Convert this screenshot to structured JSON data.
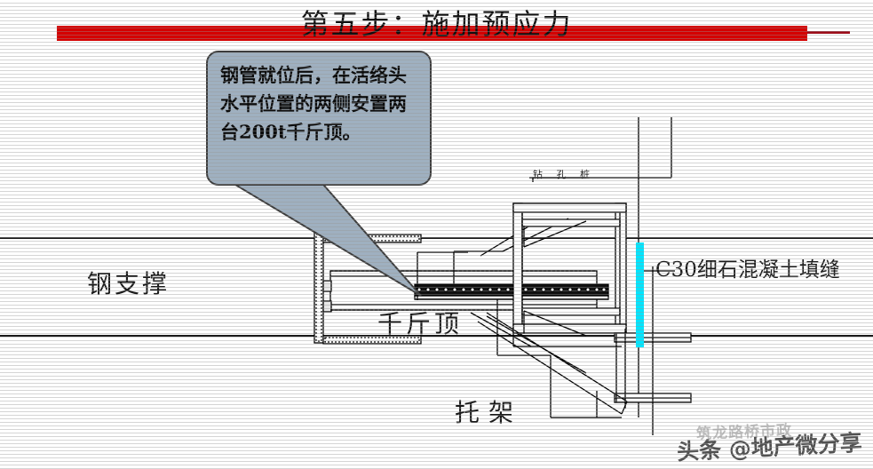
{
  "slide": {
    "title": "第五步：施加预应力",
    "title_bar_color": "#d40000",
    "background_color": "#ffffff"
  },
  "callout": {
    "text": "钢管就位后，在活络头水平位置的两侧安置两台200t千斤顶。",
    "fill_color": "#9fb0c0",
    "border_color": "#3d3d3d",
    "points_to": "千斤顶"
  },
  "diagram": {
    "type": "engineering-cad-elevation",
    "labels": {
      "steel_support": "钢支撑",
      "jack": "千斤顶",
      "bracket": "托架",
      "bored_pile": "钻 孔 桩",
      "concrete_joint": "C30细石混凝土填缝"
    },
    "highlight": {
      "name": "concrete-joint-marker",
      "color": "#00e5ff"
    },
    "line_color": "#000000"
  },
  "watermark": {
    "faint_text": "筑龙路桥市政",
    "main_text": "头条 @地产微分享"
  }
}
